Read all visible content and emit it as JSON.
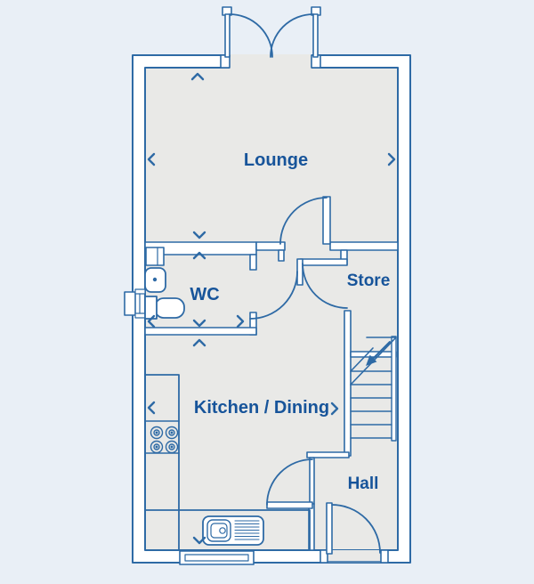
{
  "floorplan": {
    "rooms": [
      {
        "name": "lounge",
        "label": "Lounge"
      },
      {
        "name": "wc",
        "label": "WC"
      },
      {
        "name": "store",
        "label": "Store"
      },
      {
        "name": "kitchen-dining",
        "label": "Kitchen / Dining"
      },
      {
        "name": "hall",
        "label": "Hall"
      }
    ],
    "fixtures": [
      "french-doors",
      "stairs-up",
      "toilet",
      "basin",
      "boiler-cupboard",
      "hob",
      "worktop",
      "sink-drainer",
      "wc-window",
      "kitchen-window",
      "front-door"
    ],
    "colors": {
      "background": "#e9eff6",
      "floor": "#e9e9e7",
      "wall": "#ffffff",
      "line": "#2e6aa5",
      "label": "#17549a"
    }
  }
}
